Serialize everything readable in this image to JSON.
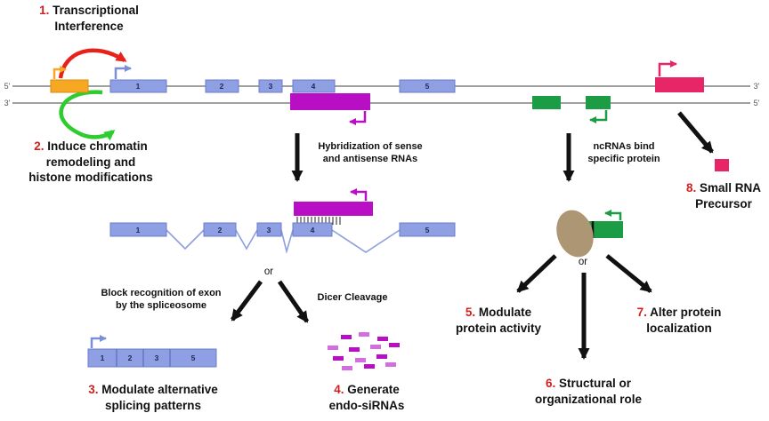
{
  "labels": {
    "l1": {
      "num": "1.",
      "line1": "Transcriptional",
      "line2": "Interference"
    },
    "l2": {
      "num": "2.",
      "line1": "Induce chromatin",
      "line2": "remodeling and",
      "line3": "histone modifications"
    },
    "l3": {
      "num": "3.",
      "line1": "Modulate alternative",
      "line2": "splicing patterns"
    },
    "l4": {
      "num": "4.",
      "line1": "Generate",
      "line2": "endo-siRNAs"
    },
    "l5": {
      "num": "5.",
      "line1": "Modulate",
      "line2": "protein activity"
    },
    "l6": {
      "num": "6.",
      "line1": "Structural or",
      "line2": "organizational role"
    },
    "l7": {
      "num": "7.",
      "line1": "Alter protein",
      "line2": "localization"
    },
    "l8": {
      "num": "8.",
      "line1": "Small RNA",
      "line2": "Precursor"
    }
  },
  "annotations": {
    "hybridization_line1": "Hybridization of sense",
    "hybridization_line2": "and antisense RNAs",
    "ncrna_line1": "ncRNAs bind",
    "ncrna_line2": "specific protein",
    "block_line1": "Block recognition of exon",
    "block_line2": "by the spliceosome",
    "dicer": "Dicer Cleavage",
    "or_left": "or",
    "or_right": "or"
  },
  "strands": {
    "top_left": "5'",
    "top_right": "3'",
    "bottom_left": "3'",
    "bottom_right": "5'"
  },
  "exons_top": [
    "1",
    "2",
    "3",
    "4",
    "5"
  ],
  "exons_spliced": [
    "1",
    "2",
    "3",
    "4",
    "5"
  ],
  "alt_splice": [
    "1",
    "2",
    "3",
    "5"
  ],
  "colors": {
    "red_number": "#cf2020",
    "red_arrow": "#e8221a",
    "green_arrow": "#2ecc2e",
    "orange_box": "#f7a823",
    "blue_exon": "#8f9fe3",
    "magenta": "#b80ec4",
    "dark_green": "#1d9c46",
    "pink": "#e62666",
    "tan_protein": "#ad9674",
    "strand_gray": "#a0a0a0",
    "arrow_black": "#111111"
  }
}
